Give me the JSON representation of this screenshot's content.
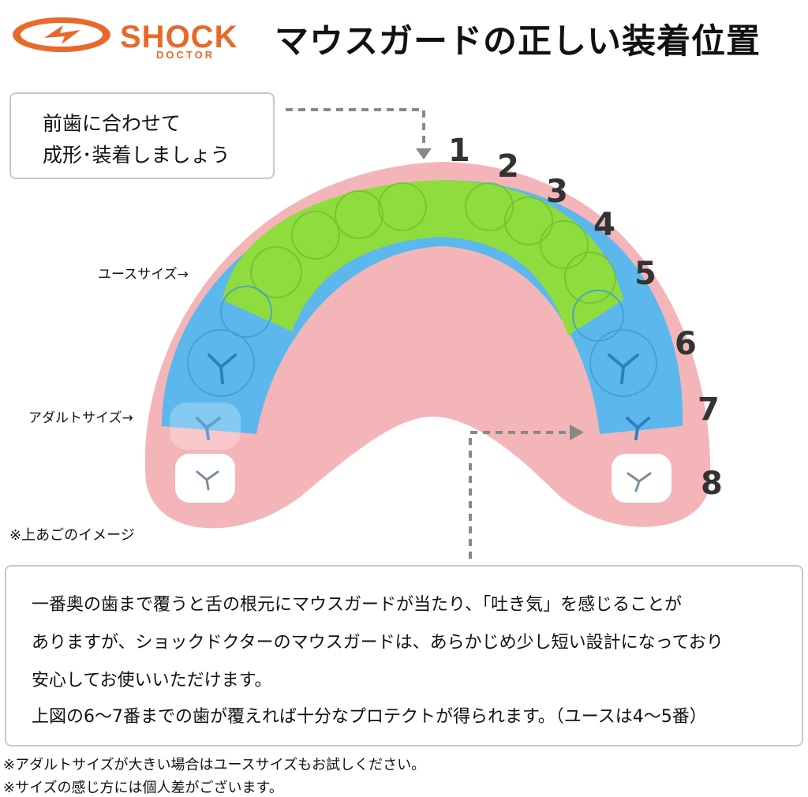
{
  "brand": {
    "top": "SHOCK",
    "bottom": "DOCTOR",
    "color": "#e8692a"
  },
  "title": "マウスガードの正しい装着位置",
  "callout": {
    "line1": "前歯に合わせて",
    "line2": "成形･装着しましょう"
  },
  "tooth_numbers": [
    "1",
    "2",
    "3",
    "4",
    "5",
    "6",
    "7",
    "8"
  ],
  "labels": {
    "youth": "ユースサイズ→",
    "adult": "アダルトサイズ→"
  },
  "image_note": "※上あごのイメージ",
  "info": {
    "line1": "一番奥の歯まで覆うと舌の根元にマウスガードが当たり、「吐き気」を感じることが",
    "line2": "ありますが、ショックドクターのマウスガードは、あらかじめ少し短い設計になっており",
    "line3": "安心してお使いいただけます。",
    "line4": "上図の6～7番までの歯が覆えれば十分なプロテクトが得られます。（ユースは4～5番）"
  },
  "footnotes": [
    "※アダルトサイズが大きい場合はユースサイズもお試しください。",
    "※サイズの感じ方には個人差がございます。"
  ],
  "colors": {
    "gum": "#f4b5b9",
    "youth": "#8fdc3e",
    "adult": "#5cb8ec",
    "tooth": "#ffffff"
  }
}
